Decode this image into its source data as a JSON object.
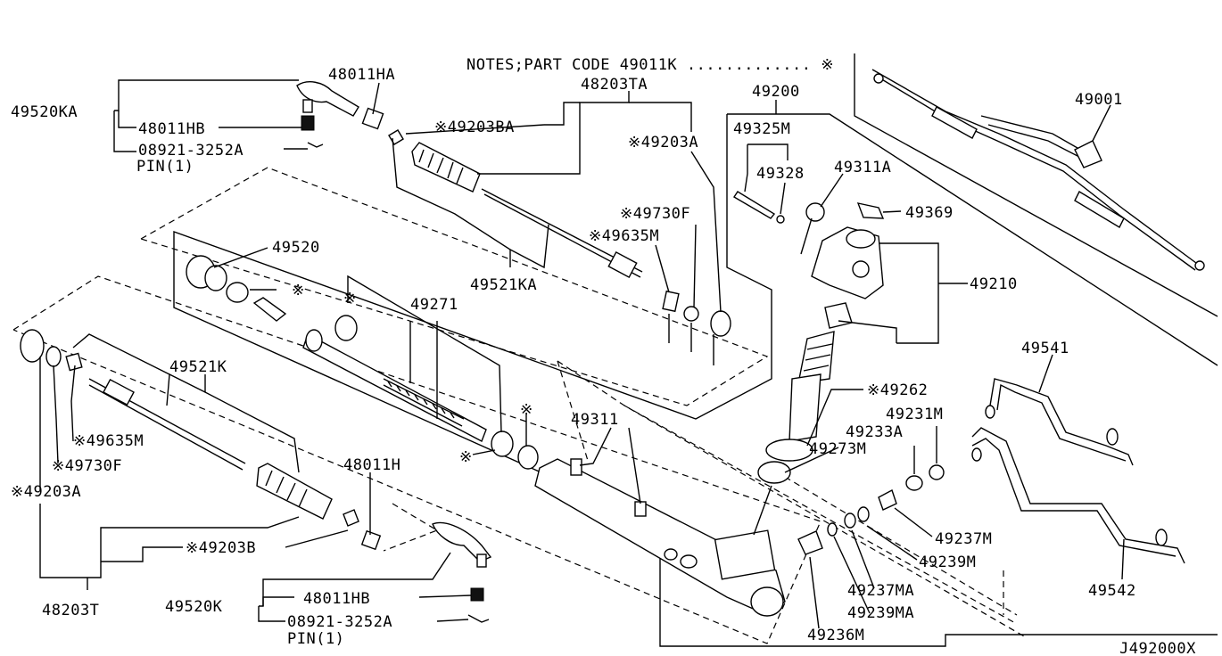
{
  "notes": "NOTES;PART CODE  49011K ............. ※",
  "footer_code": "J492000X",
  "labels": {
    "l_49520KA": "49520KA",
    "l_48011HA": "48011HA",
    "l_48011HB_top": "48011HB",
    "l_08921_top": "08921-3252A",
    "l_pin_top": "PIN(1)",
    "l_48203TA": "48203TA",
    "l_49203BA": "※49203BA",
    "l_49203A_top": "※49203A",
    "l_49200": "49200",
    "l_49325M": "49325M",
    "l_49328": "49328",
    "l_49311A": "49311A",
    "l_49369": "49369",
    "l_49001": "49001",
    "l_49210": "49210",
    "l_49730F_top": "※49730F",
    "l_49635M_top": "※49635M",
    "l_49521KA": "49521KA",
    "l_49520": "49520",
    "l_star_1": "※",
    "l_star_2": "※",
    "l_49271": "49271",
    "l_49521K": "49521K",
    "l_49541": "49541",
    "l_49262": "※49262",
    "l_49231M": "49231M",
    "l_49233A": "49233A",
    "l_49273M": "49273M",
    "l_49311": "49311",
    "l_star_3": "※",
    "l_star_4": "※",
    "l_49635M_left": "※49635M",
    "l_49730F_left": "※49730F",
    "l_49203A_left": "※49203A",
    "l_48011H": "48011H",
    "l_49203B": "※49203B",
    "l_49237M": "49237M",
    "l_49239M": "49239M",
    "l_49542": "49542",
    "l_48203T": "48203T",
    "l_49520K": "49520K",
    "l_48011HB_bot": "48011HB",
    "l_08921_bot": "08921-3252A",
    "l_pin_bot": "PIN(1)",
    "l_49237MA": "49237MA",
    "l_49239MA": "49239MA",
    "l_49236M": "49236M"
  }
}
